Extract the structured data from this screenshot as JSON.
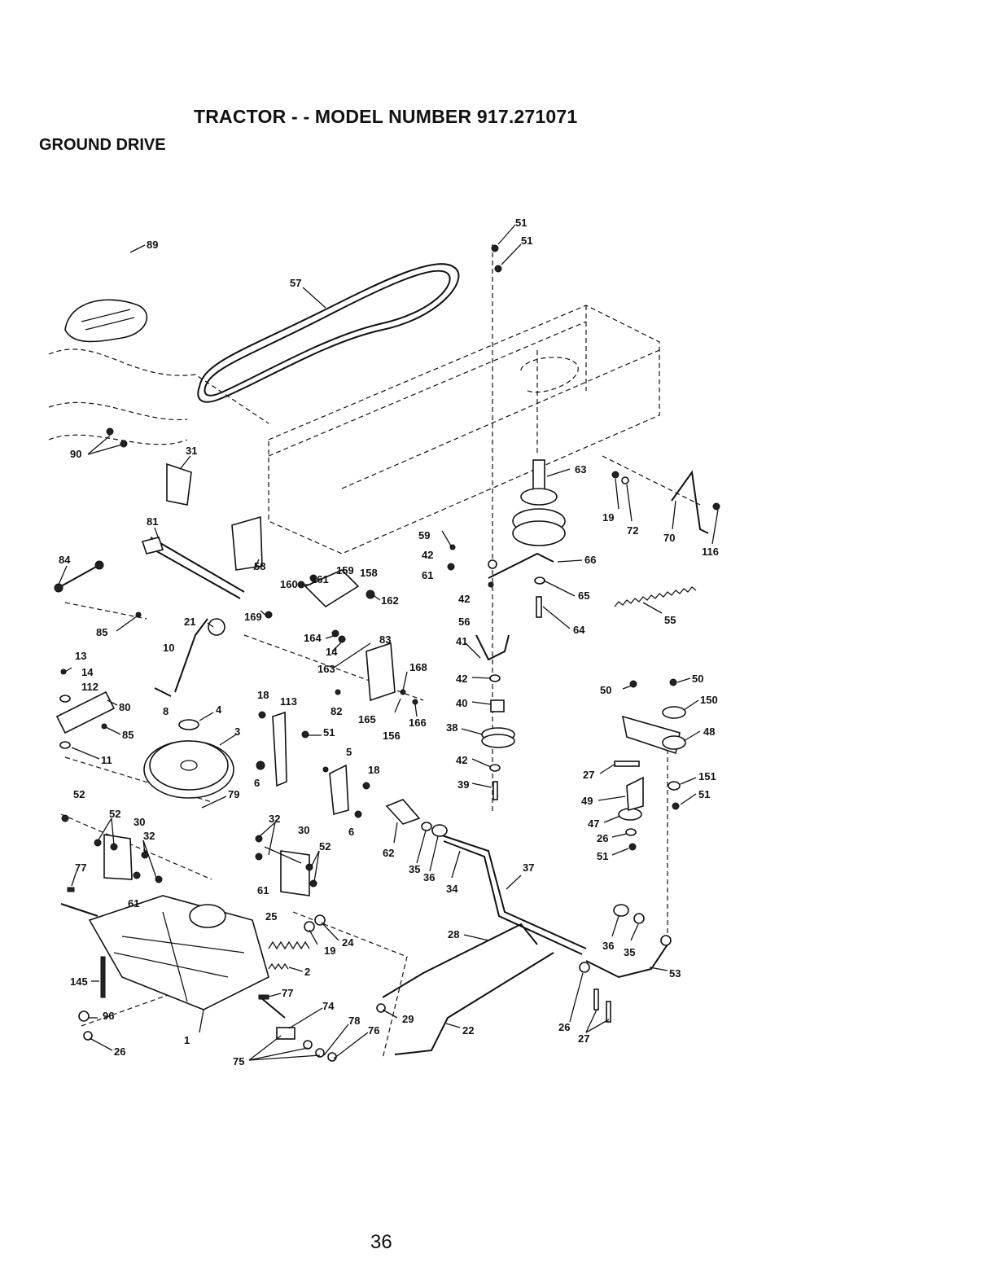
{
  "header": {
    "title": "TRACTOR - - MODEL NUMBER 917.271071",
    "subtitle": "GROUND DRIVE"
  },
  "diagram": {
    "callouts": [
      "57",
      "51",
      "51",
      "89",
      "90",
      "31",
      "81",
      "58",
      "84",
      "85",
      "13",
      "14",
      "112",
      "80",
      "85",
      "11",
      "160",
      "161",
      "159",
      "158",
      "162",
      "169",
      "164",
      "14",
      "83",
      "163",
      "168",
      "82",
      "165",
      "156",
      "166",
      "18",
      "113",
      "51",
      "5",
      "18",
      "6",
      "6",
      "21",
      "10",
      "8",
      "4",
      "3",
      "79",
      "52",
      "52",
      "30",
      "32",
      "77",
      "61",
      "32",
      "30",
      "52",
      "61",
      "25",
      "24",
      "19",
      "2",
      "77",
      "74",
      "78",
      "76",
      "75",
      "145",
      "96",
      "26",
      "1",
      "63",
      "19",
      "72",
      "70",
      "116",
      "59",
      "42",
      "61",
      "66",
      "42",
      "56",
      "65",
      "64",
      "55",
      "41",
      "42",
      "40",
      "38",
      "42",
      "39",
      "50",
      "50",
      "150",
      "48",
      "27",
      "151",
      "51",
      "49",
      "47",
      "26",
      "51",
      "62",
      "35",
      "36",
      "34",
      "37",
      "28",
      "29",
      "22",
      "36",
      "35",
      "53",
      "26",
      "27"
    ]
  },
  "footer": {
    "page_number": "36"
  }
}
